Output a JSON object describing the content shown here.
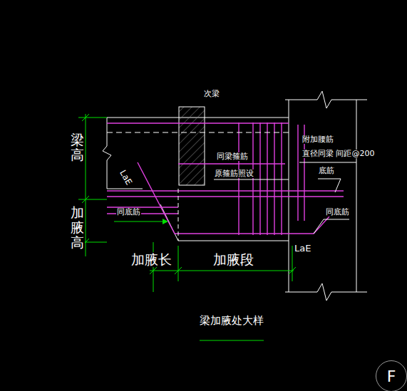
{
  "diagram": {
    "caption": "梁加腋处大样",
    "nodes": [
      {
        "text": [
          "F"
        ]
      }
    ],
    "labels": [
      "次梁",
      "梁高",
      "加腋高",
      "LaE",
      "同梁箍筋",
      "原箍筋照设",
      "附加腰筋",
      "直径同梁 间距@200",
      "底筋",
      "同底筋",
      "同底筋",
      "LaE",
      "加腋长",
      "加腋段"
    ]
  }
}
